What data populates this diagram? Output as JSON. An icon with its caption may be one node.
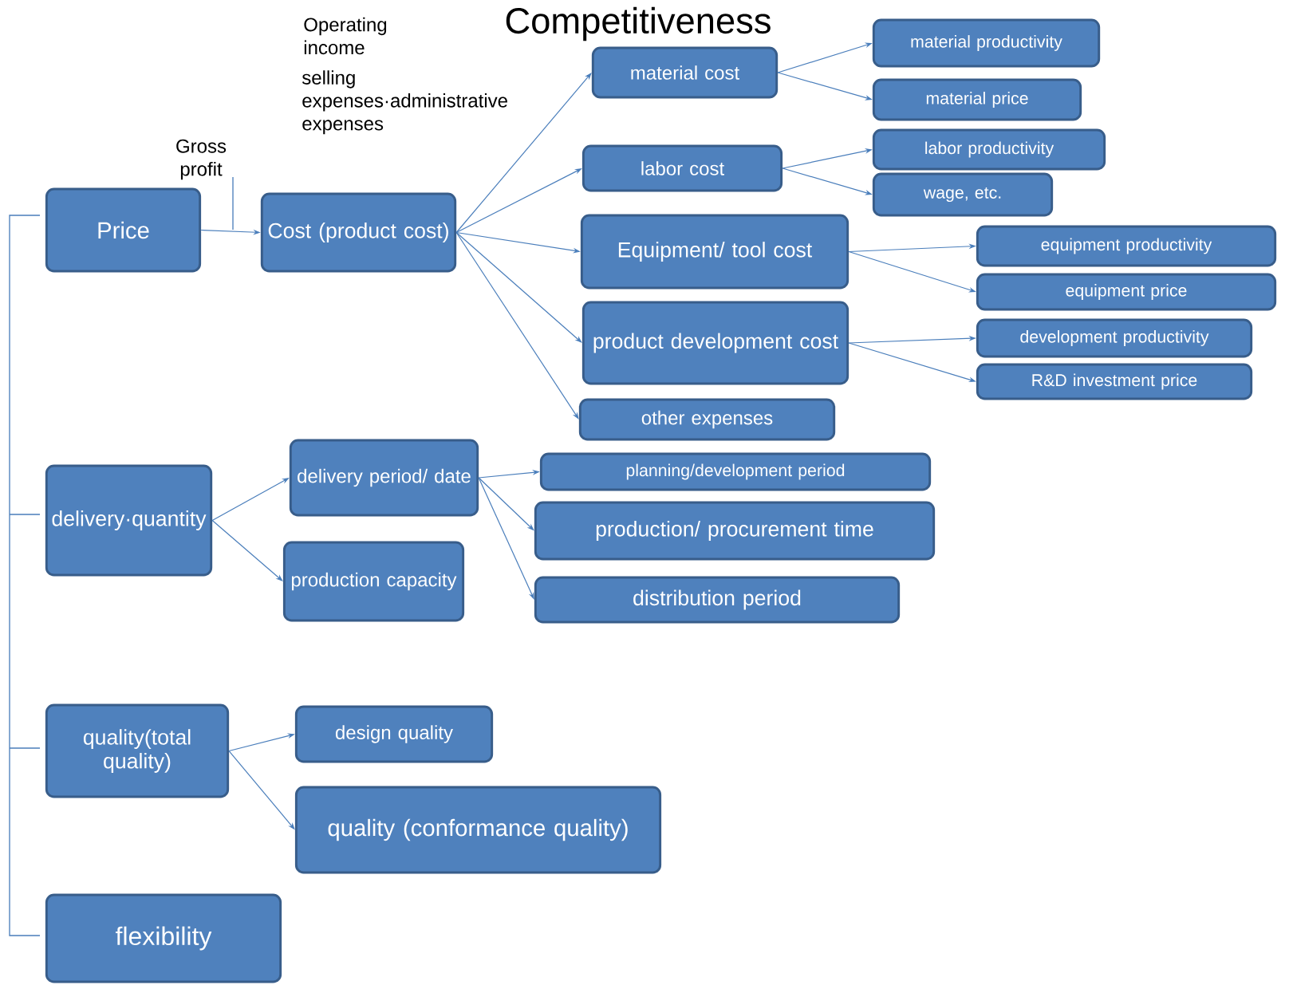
{
  "diagram": {
    "title": "Competitiveness",
    "nodes": [
      {
        "text": [
          "Price"
        ]
      },
      {
        "text": [
          "Cost (product cost)"
        ]
      },
      {
        "text": [
          "material cost"
        ]
      },
      {
        "text": [
          "labor cost"
        ]
      },
      {
        "text": [
          "Equipment/ tool cost"
        ]
      },
      {
        "text": [
          "product development cost"
        ]
      },
      {
        "text": [
          "other expenses"
        ]
      },
      {
        "text": [
          "material productivity"
        ]
      },
      {
        "text": [
          "material price"
        ]
      },
      {
        "text": [
          "labor productivity"
        ]
      },
      {
        "text": [
          "wage, etc."
        ]
      },
      {
        "text": [
          "equipment productivity"
        ]
      },
      {
        "text": [
          "equipment price"
        ]
      },
      {
        "text": [
          "development productivity"
        ]
      },
      {
        "text": [
          "R&D investment price"
        ]
      },
      {
        "text": [
          "delivery·quantity"
        ]
      },
      {
        "text": [
          "delivery period/ date"
        ]
      },
      {
        "text": [
          "production capacity"
        ]
      },
      {
        "text": [
          "planning/development period"
        ]
      },
      {
        "text": [
          "production/ procurement time"
        ]
      },
      {
        "text": [
          "distribution period"
        ]
      },
      {
        "text": [
          "quality(total quality)"
        ]
      },
      {
        "text": [
          "design quality"
        ]
      },
      {
        "text": [
          "quality (conformance quality)"
        ]
      },
      {
        "text": [
          "flexibility"
        ]
      }
    ],
    "edges": [
      {
        "from": 0,
        "to": 1,
        "arrow": "to"
      },
      {
        "from": 1,
        "to": 2,
        "arrow": "to"
      },
      {
        "from": 1,
        "to": 3,
        "arrow": "to"
      },
      {
        "from": 1,
        "to": 4,
        "arrow": "to"
      },
      {
        "from": 1,
        "to": 5,
        "arrow": "to"
      },
      {
        "from": 1,
        "to": 6,
        "arrow": "to"
      },
      {
        "from": 2,
        "to": 7,
        "arrow": "to"
      },
      {
        "from": 2,
        "to": 8,
        "arrow": "to"
      },
      {
        "from": 3,
        "to": 9,
        "arrow": "to"
      },
      {
        "from": 3,
        "to": 10,
        "arrow": "to"
      },
      {
        "from": 4,
        "to": 11,
        "arrow": "to"
      },
      {
        "from": 4,
        "to": 12,
        "arrow": "to"
      },
      {
        "from": 5,
        "to": 13,
        "arrow": "to"
      },
      {
        "from": 5,
        "to": 14,
        "arrow": "to"
      },
      {
        "from": 15,
        "to": 16,
        "arrow": "to"
      },
      {
        "from": 15,
        "to": 17,
        "arrow": "to"
      },
      {
        "from": 16,
        "to": 18,
        "arrow": "to"
      },
      {
        "from": 16,
        "to": 19,
        "arrow": "to"
      },
      {
        "from": 16,
        "to": 20,
        "arrow": "to"
      },
      {
        "from": 21,
        "to": 22,
        "arrow": "to"
      },
      {
        "from": 21,
        "to": 23,
        "arrow": "to"
      }
    ],
    "labels": [
      "Operating income",
      "selling expenses·administrative expenses",
      "Gross profit"
    ]
  }
}
